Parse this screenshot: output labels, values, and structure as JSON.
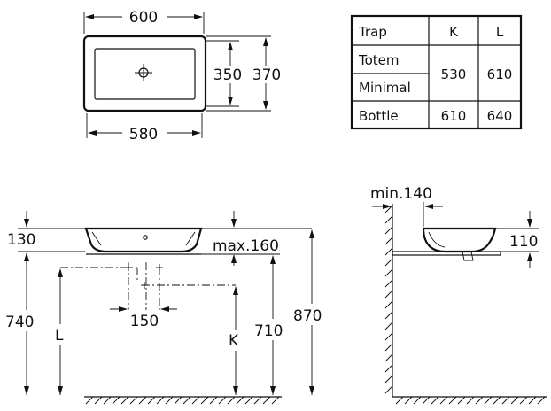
{
  "plan_view": {
    "width_top": "600",
    "width_bottom": "580",
    "depth_inner": "350",
    "depth_outer": "370"
  },
  "trap_table": {
    "header": [
      "Trap",
      "K",
      "L"
    ],
    "rows": [
      {
        "trap": "Totem",
        "k": "530",
        "l": "610"
      },
      {
        "trap": "Minimal",
        "k": "",
        "l": ""
      },
      {
        "trap": "Bottle",
        "k": "610",
        "l": "640"
      }
    ]
  },
  "front_view": {
    "basin_height": "130",
    "max_height": "max.160",
    "counter_height": "740",
    "l_label": "L",
    "tap_spacing": "150",
    "k_label": "K",
    "drain_height": "710",
    "total_height": "870"
  },
  "side_view": {
    "min_distance": "min.140",
    "basin_height": "110"
  }
}
